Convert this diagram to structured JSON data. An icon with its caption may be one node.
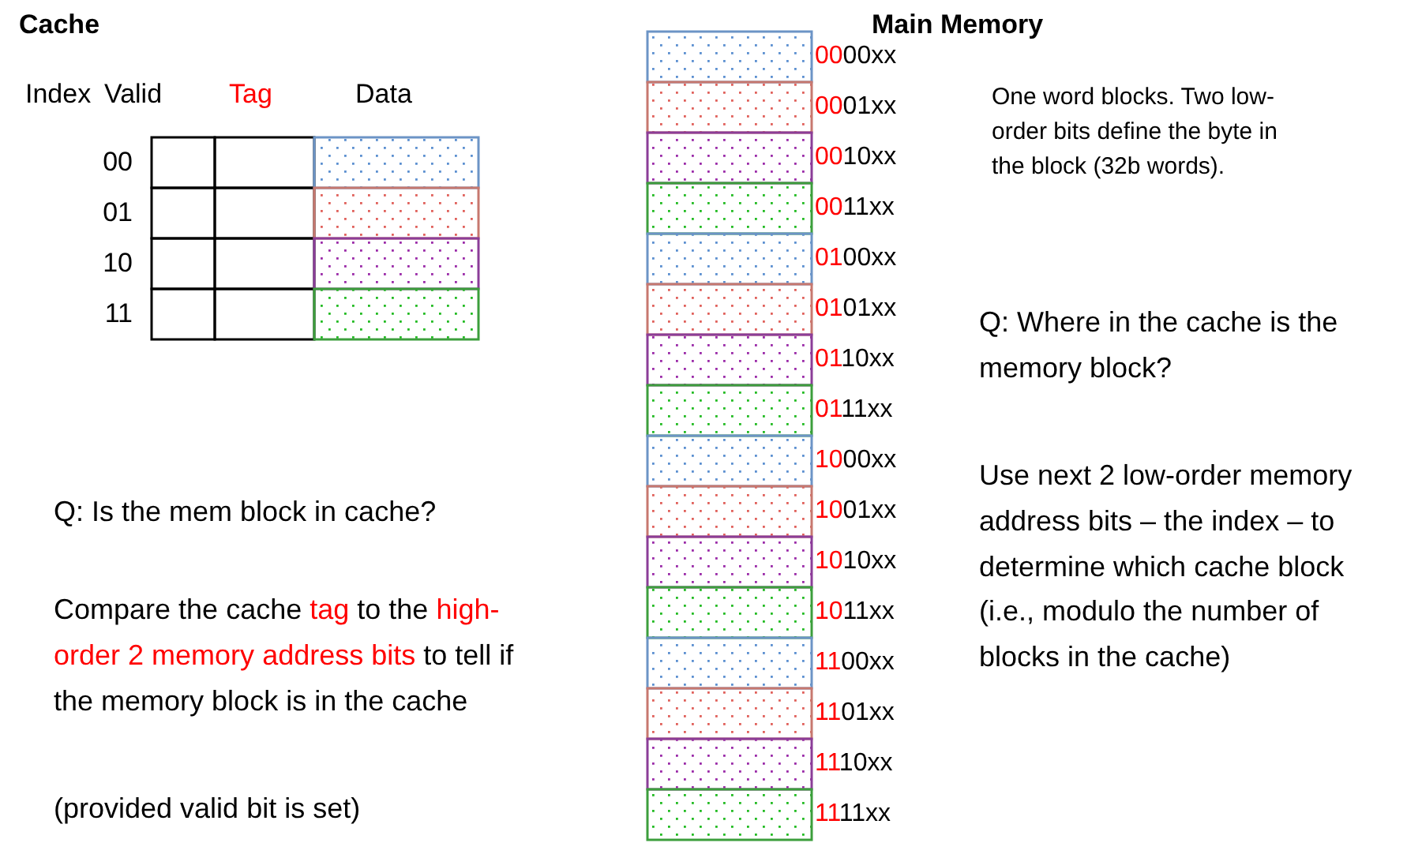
{
  "diagram": {
    "labels": [
      "Cache",
      "Main Memory",
      "Index",
      "Valid",
      "Tag",
      "Data",
      "00",
      "01",
      "10",
      "11",
      "0000xx",
      "0001xx",
      "0010xx",
      "0011xx",
      "0100xx",
      "0101xx",
      "0110xx",
      "0111xx",
      "1000xx",
      "1001xx",
      "1010xx",
      "1011xx",
      "1100xx",
      "1101xx",
      "1110xx",
      "1111xx",
      "One word blocks. Two low-order bits define the byte in the block (32b words).",
      "Q: Where in the cache is the memory block?",
      "Use next 2 low-order memory address bits – the index – to determine which cache block (i.e., modulo the number of blocks in the cache)",
      "Q: Is the mem block in cache?",
      "Compare the cache tag to the high-order 2 memory address bits to tell if the memory block is in the cache",
      "(provided valid bit is set)"
    ]
  }
}
